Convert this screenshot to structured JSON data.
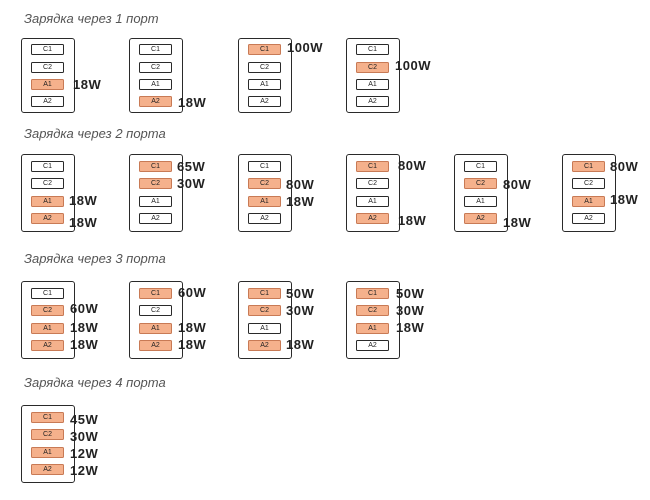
{
  "colors": {
    "active_port": "#f5b18c",
    "active_border": "#c87a55",
    "outline": "#2a2a2a"
  },
  "port_labels": [
    "C1",
    "C2",
    "A1",
    "A2"
  ],
  "sections": [
    {
      "title": "Зарядка через 1 порт",
      "configs": [
        {
          "active": [
            "A1"
          ],
          "watts": [
            {
              "text": "18W"
            }
          ]
        },
        {
          "active": [
            "A2"
          ],
          "watts": [
            {
              "text": "18W"
            }
          ]
        },
        {
          "active": [
            "C1"
          ],
          "watts": [
            {
              "text": "100W"
            }
          ]
        },
        {
          "active": [
            "C2"
          ],
          "watts": [
            {
              "text": "100W"
            }
          ]
        }
      ]
    },
    {
      "title": "Зарядка через 2 порта",
      "configs": [
        {
          "active": [
            "A1",
            "A2"
          ],
          "watts": [
            {
              "text": "18W"
            },
            {
              "text": "18W"
            }
          ]
        },
        {
          "active": [
            "C1",
            "C2"
          ],
          "watts": [
            {
              "text": "65W"
            },
            {
              "text": "30W"
            }
          ]
        },
        {
          "active": [
            "C2",
            "A1"
          ],
          "watts": [
            {
              "text": "80W"
            },
            {
              "text": "18W"
            }
          ]
        },
        {
          "active": [
            "C1",
            "A2"
          ],
          "watts": [
            {
              "text": "80W"
            },
            {
              "text": "18W"
            }
          ]
        },
        {
          "active": [
            "C2",
            "A2"
          ],
          "watts": [
            {
              "text": "80W"
            },
            {
              "text": "18W"
            }
          ]
        },
        {
          "active": [
            "C1",
            "A1"
          ],
          "watts": [
            {
              "text": "80W"
            },
            {
              "text": "18W"
            }
          ]
        }
      ]
    },
    {
      "title": "Зарядка через 3 порта",
      "configs": [
        {
          "active": [
            "C2",
            "A1",
            "A2"
          ],
          "watts": [
            {
              "text": "60W"
            },
            {
              "text": "18W"
            },
            {
              "text": "18W"
            }
          ]
        },
        {
          "active": [
            "C1",
            "A1",
            "A2"
          ],
          "watts": [
            {
              "text": "60W"
            },
            {
              "text": "18W"
            },
            {
              "text": "18W"
            }
          ]
        },
        {
          "active": [
            "C1",
            "C2",
            "A2"
          ],
          "watts": [
            {
              "text": "50W"
            },
            {
              "text": "30W"
            },
            {
              "text": "18W"
            }
          ]
        },
        {
          "active": [
            "C1",
            "C2",
            "A1"
          ],
          "watts": [
            {
              "text": "50W"
            },
            {
              "text": "30W"
            },
            {
              "text": "18W"
            }
          ]
        }
      ]
    },
    {
      "title": "Зарядка через 4 порта",
      "configs": [
        {
          "active": [
            "C1",
            "C2",
            "A1",
            "A2"
          ],
          "watts": [
            {
              "text": "45W"
            },
            {
              "text": "30W"
            },
            {
              "text": "12W"
            },
            {
              "text": "12W"
            }
          ]
        }
      ]
    }
  ]
}
